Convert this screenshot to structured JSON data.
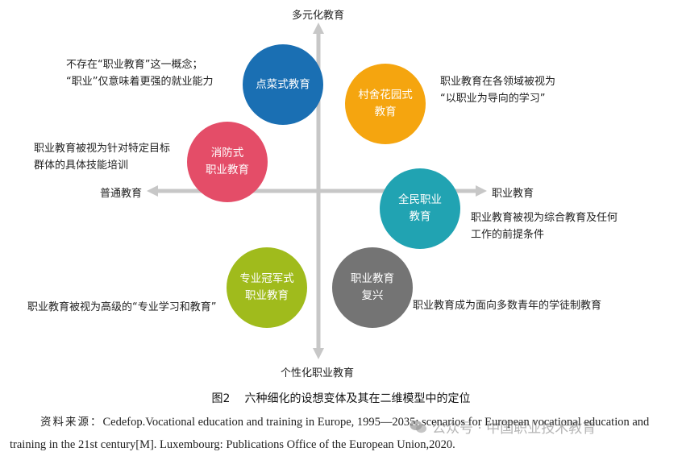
{
  "axes": {
    "top": "多元化教育",
    "bottom": "个性化职业教育",
    "left": "普通教育",
    "right": "职业教育"
  },
  "circles": [
    {
      "lines": [
        "点菜式教育"
      ],
      "color": "#1a6fb3"
    },
    {
      "lines": [
        "村舍花园式",
        "教育"
      ],
      "color": "#f5a50f"
    },
    {
      "lines": [
        "消防式",
        "职业教育"
      ],
      "color": "#e44d68"
    },
    {
      "lines": [
        "全民职业",
        "教育"
      ],
      "color": "#21a3b2"
    },
    {
      "lines": [
        "专业冠军式",
        "职业教育"
      ],
      "color": "#a0bb1c"
    },
    {
      "lines": [
        "职业教育",
        "复兴"
      ],
      "color": "#747474"
    }
  ],
  "descriptions": [
    {
      "lines": [
        "不存在“职业教育”这一概念；",
        "“职业”仅意味着更强的就业能力"
      ]
    },
    {
      "lines": [
        "职业教育在各领域被视为",
        "“以职业为导向的学习”"
      ]
    },
    {
      "lines": [
        "职业教育被视为针对特定目标",
        "群体的具体技能培训"
      ]
    },
    {
      "lines": [
        "职业教育被视为综合教育及任何",
        "工作的前提条件"
      ]
    },
    {
      "lines": [
        "职业教育被视为高级的“专业学习和教育”"
      ]
    },
    {
      "lines": [
        "职业教育成为面向多数青年的学徒制教育"
      ]
    }
  ],
  "caption": {
    "figure_number": "图2",
    "title": "六种细化的设想变体及其在二维模型中的定位"
  },
  "source": {
    "label": "资料来源：",
    "text": "Cedefop.Vocational education and training in Europe, 1995—2035: scenarios for European vocational education and training in the 21st century[M]. Luxembourg: Publications Office of the European Union,2020."
  },
  "watermark": {
    "text": "公众号 · 中国职业技术教育",
    "icon": "wechat-icon"
  },
  "colors": {
    "axis": "#c7c7c7"
  }
}
